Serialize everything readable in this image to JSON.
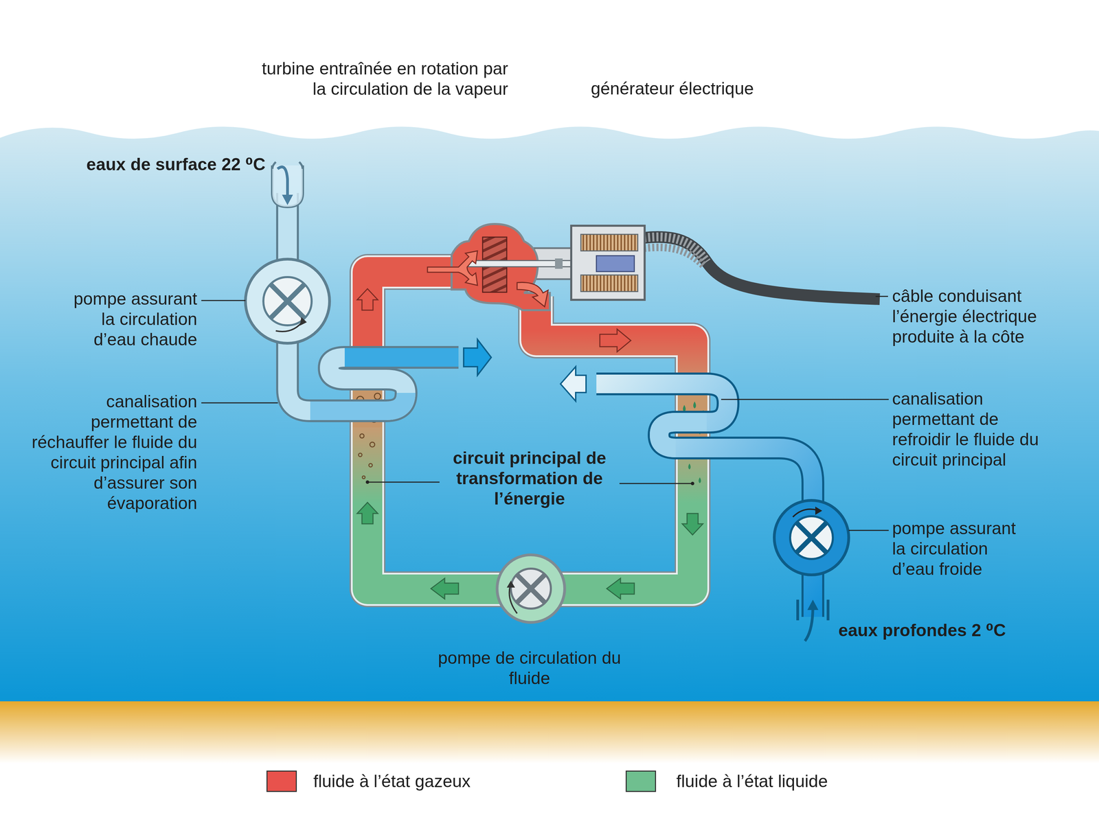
{
  "diagram": {
    "labels": [
      "turbine entraînée en rotation par la circulation de la vapeur",
      "générateur électrique",
      "eaux de surface 22 ⁰C",
      "pompe assurant la circulation d’eau chaude",
      "câble conduisant l’énergie électrique produite à la côte",
      "canalisation permettant de réchauffer le fluide du circuit principal afin d’assurer son évaporation",
      "canalisation permettant de refroidir le fluide du circuit principal",
      "circuit principal de transformation de l’énergie",
      "pompe assurant la circulation d’eau froide",
      "eaux profondes 2 ⁰C",
      "pompe de circulation du fluide"
    ],
    "legend": [
      {
        "text": "fluide à l’état gazeux",
        "color": "#e8524c"
      },
      {
        "text": "fluide à l’état liquide",
        "color": "#6fbf8f"
      }
    ]
  }
}
